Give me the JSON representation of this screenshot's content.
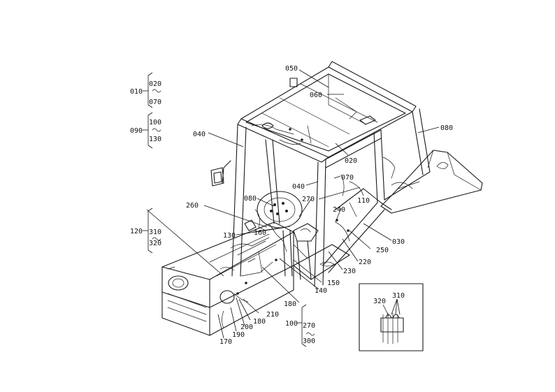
{
  "callouts": {
    "c050": "050",
    "c060": "060",
    "c010": "010",
    "c020a": "020",
    "c070a": "070",
    "c090": "090",
    "c100a": "100",
    "c130a": "130",
    "c040a": "040",
    "c080r": "080",
    "c020b": "020",
    "c070b": "070",
    "c040b": "040",
    "c080": "080",
    "c270a": "270",
    "c260": "260",
    "c240": "240",
    "c110": "110",
    "c120": "120",
    "c310a": "310",
    "c320a": "320",
    "c130b": "130",
    "c160a": "160",
    "c030": "030",
    "c250": "250",
    "c220": "220",
    "c230": "230",
    "c150": "150",
    "c140": "140",
    "c180a": "180",
    "c210": "210",
    "c180b": "180",
    "c200": "200",
    "c190": "190",
    "c170": "170",
    "c100b": "100",
    "c270b": "270",
    "c300": "300",
    "c320b": "320",
    "c310b": "310"
  }
}
